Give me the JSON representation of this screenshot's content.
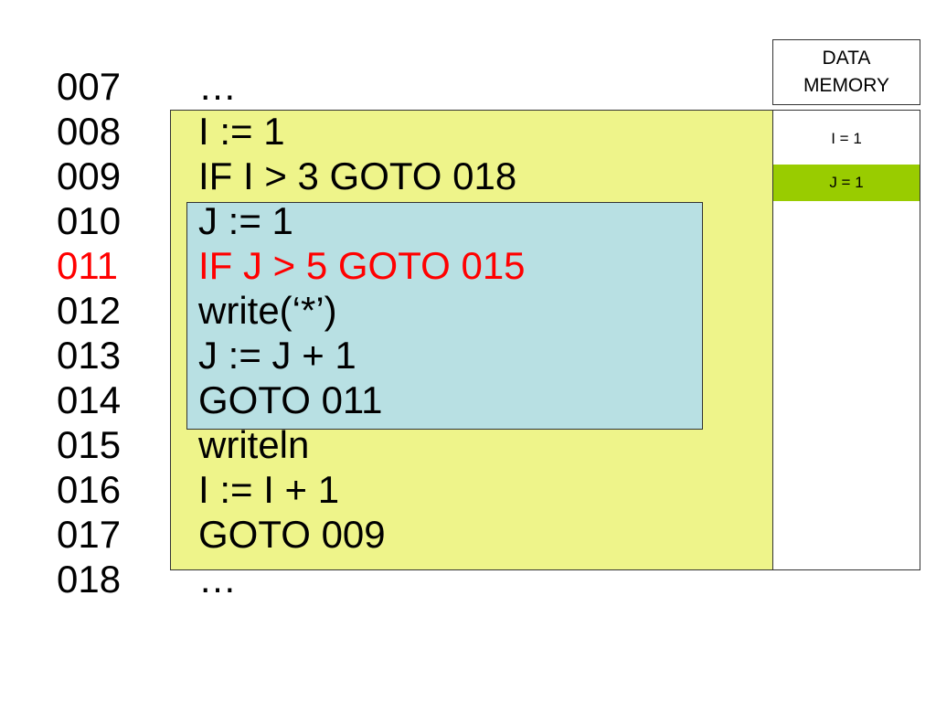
{
  "program": {
    "lines": [
      {
        "num": "007",
        "code": "…"
      },
      {
        "num": "008",
        "code": "I := 1"
      },
      {
        "num": "009",
        "code": "IF I > 3 GOTO 018"
      },
      {
        "num": "010",
        "code": "J := 1"
      },
      {
        "num": "011",
        "code": "IF J > 5 GOTO 015"
      },
      {
        "num": "012",
        "code": "write(‘*’)"
      },
      {
        "num": "013",
        "code": "J := J + 1"
      },
      {
        "num": "014",
        "code": "GOTO 011"
      },
      {
        "num": "015",
        "code": "writeln"
      },
      {
        "num": "016",
        "code": "I := I + 1"
      },
      {
        "num": "017",
        "code": "GOTO 009"
      },
      {
        "num": "018",
        "code": "…"
      }
    ],
    "current_line": "011"
  },
  "memory": {
    "header_line1": "DATA",
    "header_line2": "MEMORY",
    "cells": [
      {
        "text": "I = 1",
        "highlighted": false
      },
      {
        "text": "J = 1",
        "highlighted": true
      }
    ]
  },
  "colors": {
    "outer_loop_fill": "#eef48a",
    "inner_loop_fill": "#b8e0e3",
    "current_line_text": "#ff0000",
    "normal_text": "#000000",
    "memory_highlight": "#99cc00"
  }
}
